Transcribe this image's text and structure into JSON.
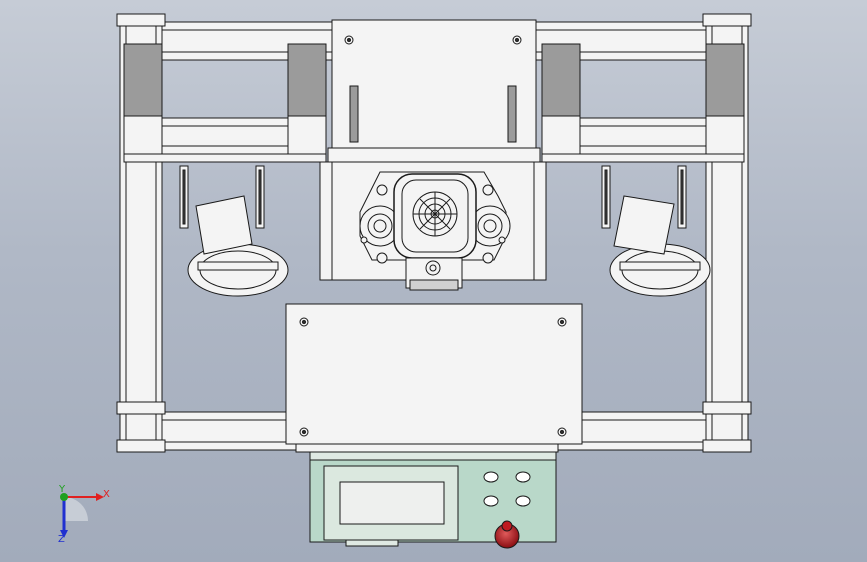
{
  "viewport": {
    "background_top": "#c6ccd6",
    "background_bottom": "#a2abbb"
  },
  "colors": {
    "frame_fill": "#f4f4f4",
    "frame_edge": "#1a1a1a",
    "block_fill": "#9b9b9b",
    "control_box_fill": "#b9d8c9",
    "screen_fill": "#eef0ee",
    "estop_red": "#b3121a",
    "axis_x": "#e02020",
    "axis_y": "#20a020",
    "axis_z": "#2030d0"
  },
  "triad": {
    "x_label": "X",
    "y_label": "Y",
    "z_label": "Z"
  },
  "control_panel": {
    "button_count": 4,
    "screen": "display-screen",
    "estop": "emergency-stop"
  }
}
